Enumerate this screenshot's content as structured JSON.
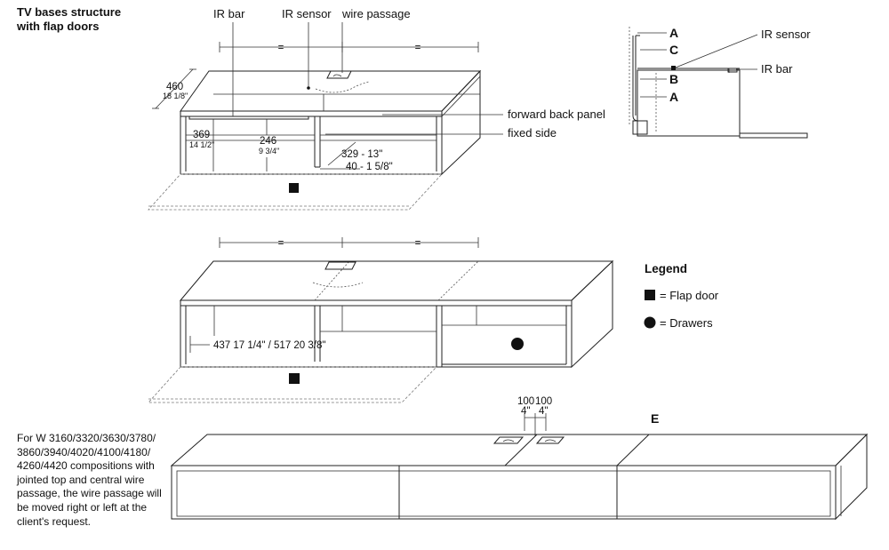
{
  "title": {
    "line1": "TV bases structure",
    "line2": "with flap doors"
  },
  "top_view": {
    "label_ir_bar": "IR bar",
    "label_ir_sensor": "IR sensor",
    "label_wire_passage": "wire passage",
    "label_forward_back_panel": "forward back panel",
    "label_fixed_side": "fixed side",
    "eq_left": "=",
    "eq_right": "=",
    "dim_460": "460",
    "dim_460_in": "18 1/8\"",
    "dim_369": "369",
    "dim_369_in": "14 1/2\"",
    "dim_246": "246",
    "dim_246_in": "9 3/4\"",
    "dim_329": "329 - 13\"",
    "dim_40": "40 - 1 5/8\""
  },
  "side_section": {
    "label_a_top": "A",
    "label_c": "C",
    "label_b": "B",
    "label_a_bottom": "A",
    "label_ir_sensor": "IR sensor",
    "label_ir_bar": "IR bar"
  },
  "middle_view": {
    "eq_left": "=",
    "eq_right": "=",
    "dim_437": "437 17 1/4\" / 517 20 3/8\""
  },
  "legend": {
    "heading": "Legend",
    "flap_door": "= Flap door",
    "drawers": "= Drawers"
  },
  "bottom_view": {
    "dim_100_left": "100",
    "dim_100_right": "100",
    "dim_4_left": "4\"",
    "dim_4_right": "4\"",
    "label_e": "E"
  },
  "note": {
    "line1": "For W 3160/3320/3630/3780/",
    "line2": "3860/3940/4020/4100/4180/",
    "line3": "4260/4420 compositions with",
    "line4": "jointed top and central wire",
    "line5": "passage, the wire passage will",
    "line6": "be moved right or left at the",
    "line7": "client's request."
  }
}
